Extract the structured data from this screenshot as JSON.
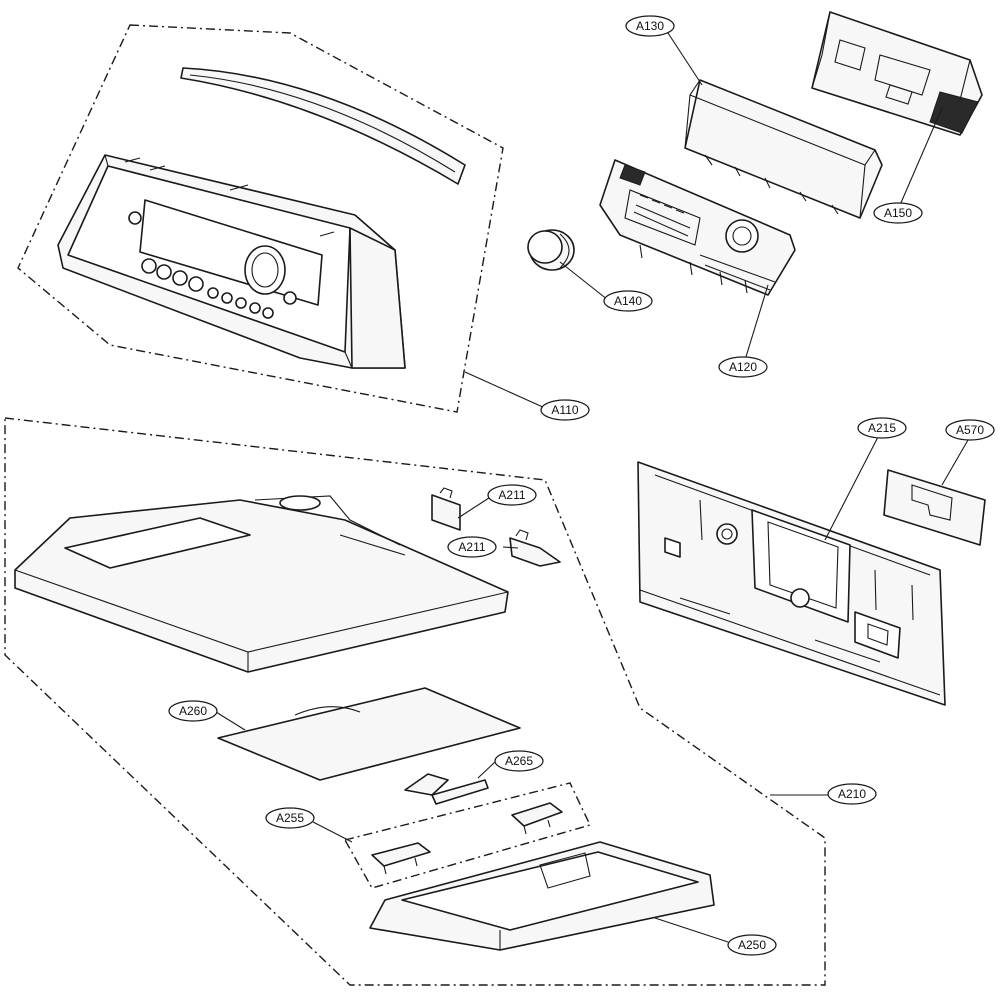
{
  "callouts": [
    {
      "id": "a110",
      "label": "A110"
    },
    {
      "id": "a120",
      "label": "A120"
    },
    {
      "id": "a130",
      "label": "A130"
    },
    {
      "id": "a140",
      "label": "A140"
    },
    {
      "id": "a150",
      "label": "A150"
    },
    {
      "id": "a210",
      "label": "A210"
    },
    {
      "id": "a211-top",
      "label": "A211"
    },
    {
      "id": "a211-bottom",
      "label": "A211"
    },
    {
      "id": "a215",
      "label": "A215"
    },
    {
      "id": "a250",
      "label": "A250"
    },
    {
      "id": "a255",
      "label": "A255"
    },
    {
      "id": "a260",
      "label": "A260"
    },
    {
      "id": "a265",
      "label": "A265"
    },
    {
      "id": "a570",
      "label": "A570"
    }
  ],
  "colors": {
    "line": "#1a1a1a",
    "fill": "#f7f7f7",
    "background": "#ffffff"
  }
}
